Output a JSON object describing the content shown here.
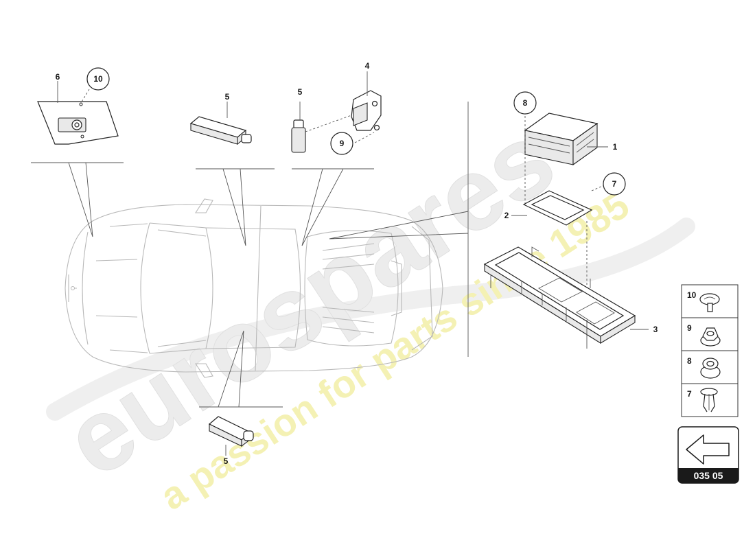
{
  "callouts": {
    "c1": "1",
    "c2": "2",
    "c3": "3",
    "c4": "4",
    "c5a": "5",
    "c5b": "5",
    "c5c": "5",
    "c6": "6",
    "c7": "7",
    "c8": "8",
    "c9": "9",
    "c10": "10"
  },
  "legend": {
    "items": [
      {
        "num": "10",
        "icon": "button-head-screw-icon"
      },
      {
        "num": "9",
        "icon": "flange-nut-icon"
      },
      {
        "num": "8",
        "icon": "sleeve-nut-icon"
      },
      {
        "num": "7",
        "icon": "expanding-rivet-icon"
      }
    ]
  },
  "page_nav": {
    "code": "035 05",
    "icon": "arrow-left-icon"
  },
  "watermark": {
    "brand": "eurospares",
    "tagline": "a passion for parts since 1985"
  },
  "colors": {
    "watermark_brand": "#e8e8e8",
    "watermark_tagline": "#f4f1b4",
    "badge_bg": "#1a1a1a",
    "line": "#222222"
  }
}
